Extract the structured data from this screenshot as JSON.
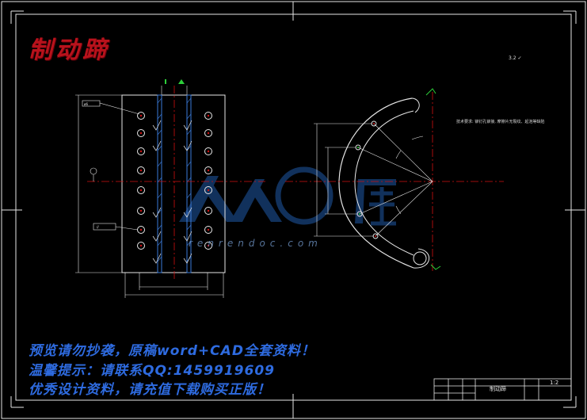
{
  "drawing": {
    "title": "制动蹄",
    "part_name": "制动蹄",
    "scale": "1:2",
    "roughness_note": "3.2",
    "tech_note": "技术要求: 铆钉孔铆接, 摩擦片无裂纹、起泡等缺陷",
    "watermark_url": "renrendoc.com"
  },
  "notices": {
    "line1": "预览请勿抄袭，原稿word+CAD全套资料！",
    "line2": "温馨提示：请联系QQ:1459919609",
    "line3": "优秀设计资料，请充值下载购买正版！"
  },
  "colors": {
    "background": "#000000",
    "linework": "#e6e6e6",
    "centerline": "#d01010",
    "hatch": "#3a7ad8",
    "watermark": "#1f5aa8"
  }
}
